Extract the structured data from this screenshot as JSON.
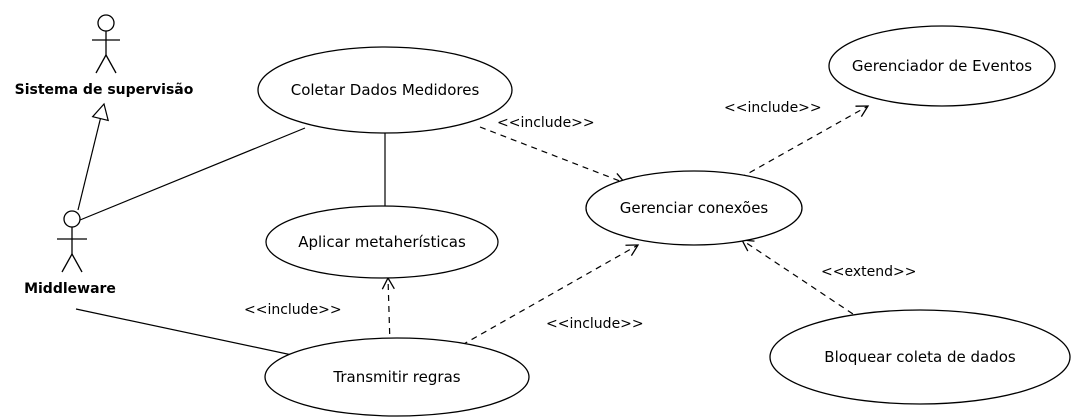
{
  "diagram": {
    "actors": {
      "supervisao": "Sistema de supervisão",
      "middleware": "Middleware"
    },
    "use_cases": {
      "coletar": "Coletar Dados Medidores",
      "eventos": "Gerenciador de Eventos",
      "conexoes": "Gerenciar conexões",
      "metaheuristicas": "Aplicar metaherísticas",
      "transmitir": "Transmitir regras",
      "bloquear": "Bloquear coleta de dados"
    },
    "relations": {
      "include_coletar_conexoes": "<<include>>",
      "include_conexoes_eventos": "<<include>>",
      "include_transmitir_metaheuristicas": "<<include>>",
      "include_transmitir_conexoes": "<<include>>",
      "extend_bloquear_conexoes": "<<extend>>"
    }
  }
}
